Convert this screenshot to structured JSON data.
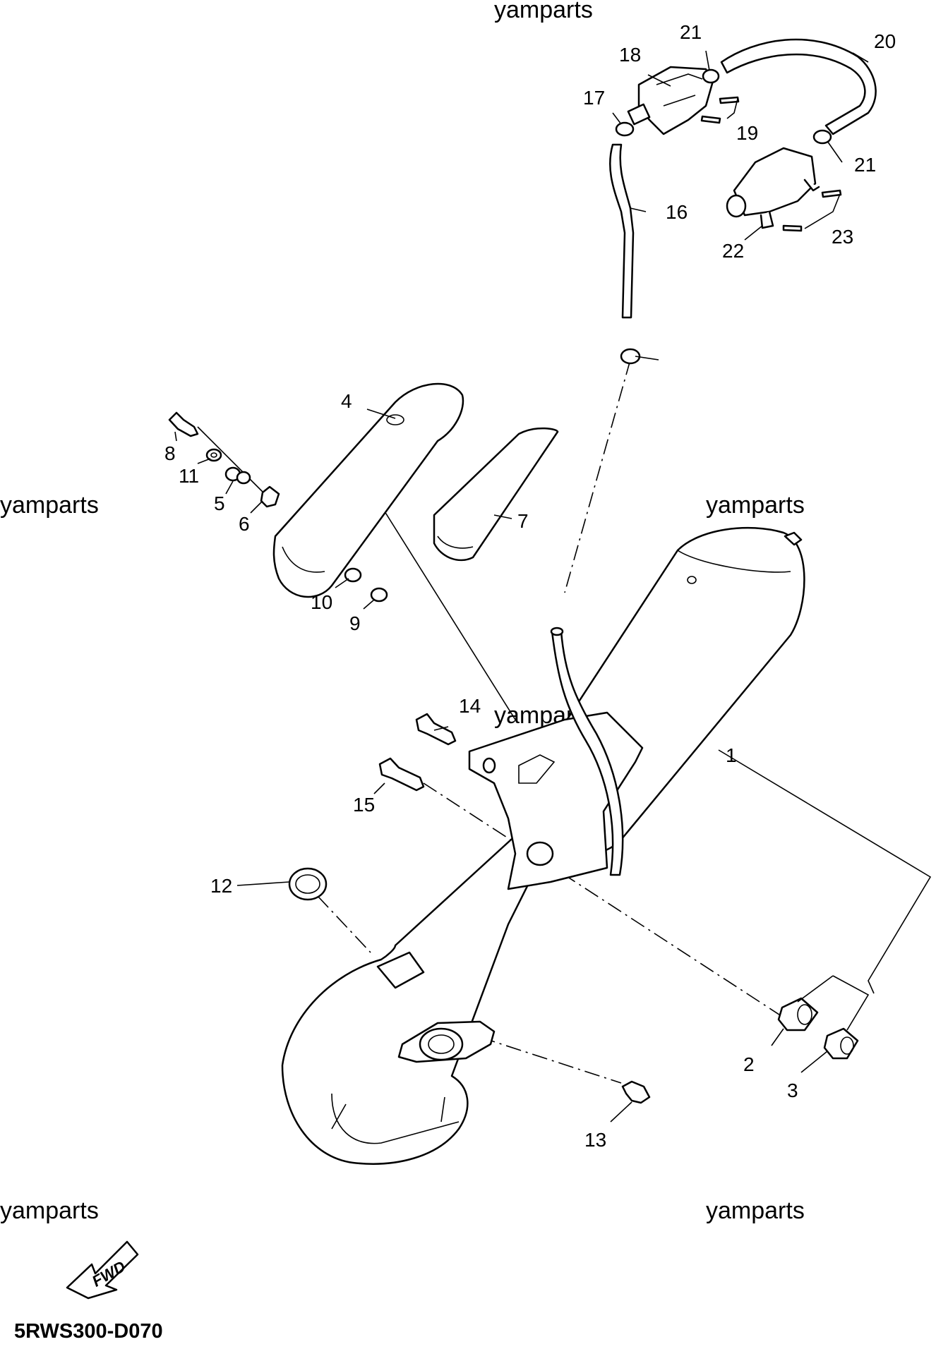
{
  "watermark": "yamparts",
  "diagram_code": "5RWS300-D070",
  "fwd_label": "FWD",
  "parts": [
    {
      "id": "1",
      "label": "1"
    },
    {
      "id": "2",
      "label": "2"
    },
    {
      "id": "3",
      "label": "3"
    },
    {
      "id": "4",
      "label": "4"
    },
    {
      "id": "5",
      "label": "5"
    },
    {
      "id": "6",
      "label": "6"
    },
    {
      "id": "7",
      "label": "7"
    },
    {
      "id": "8",
      "label": "8"
    },
    {
      "id": "9",
      "label": "9"
    },
    {
      "id": "10",
      "label": "10"
    },
    {
      "id": "11",
      "label": "11"
    },
    {
      "id": "12",
      "label": "12"
    },
    {
      "id": "13",
      "label": "13"
    },
    {
      "id": "14",
      "label": "14"
    },
    {
      "id": "15",
      "label": "15"
    },
    {
      "id": "16",
      "label": "16"
    },
    {
      "id": "17",
      "label": "17"
    },
    {
      "id": "18",
      "label": "18"
    },
    {
      "id": "19",
      "label": "19"
    },
    {
      "id": "20",
      "label": "20"
    },
    {
      "id": "21",
      "label": "21"
    },
    {
      "id": "21b",
      "label": "21"
    },
    {
      "id": "22",
      "label": "22"
    },
    {
      "id": "23",
      "label": "23"
    }
  ]
}
